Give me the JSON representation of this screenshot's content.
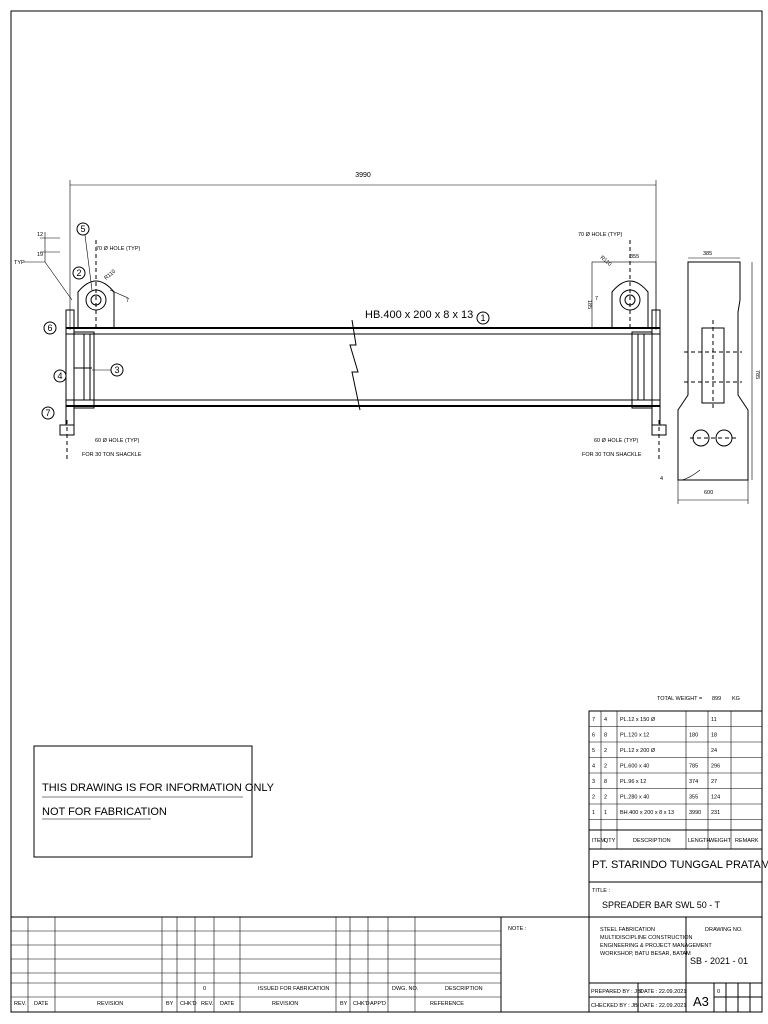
{
  "drawing": {
    "overall_length": "3990",
    "member_label": "HB.400 x 200 x 8 x 13",
    "member_item": "1",
    "left": {
      "dim_12": "12",
      "dim_19": "19",
      "typ": "TYP",
      "hole_note": "70 Ø HOLE (TYP)",
      "radius": "R110",
      "weld": "7",
      "bottom_hole": "60 Ø HOLE (TYP)",
      "shackle": "FOR 30 TON SHACKLE",
      "items": [
        "5",
        "2",
        "6",
        "4",
        "3",
        "7"
      ]
    },
    "right": {
      "hole_note": "70 Ø HOLE (TYP)",
      "radius": "R110",
      "dim_355": "355",
      "dim_185": "185",
      "weld": "7",
      "bottom_hole": "60 Ø HOLE (TYP)",
      "shackle": "FOR 30 TON SHACKLE"
    },
    "end_view": {
      "width_top": "385",
      "height": "785",
      "width_bottom": "600",
      "weld": "4"
    }
  },
  "note_box": {
    "line1": "THIS DRAWING IS FOR INFORMATION ONLY",
    "line2": "NOT FOR FABRICATION"
  },
  "bom": {
    "total_label": "TOTAL WEIGHT =",
    "total_value": "899",
    "total_unit": "KG",
    "headers": [
      "ITEM",
      "QTY",
      "DESCRIPTION",
      "LENGTH",
      "WEIGHT",
      "REMARK"
    ],
    "rows": [
      {
        "item": "7",
        "qty": "4",
        "desc": "PL.12 x 150 Ø",
        "length": "",
        "weight": "11",
        "remark": ""
      },
      {
        "item": "6",
        "qty": "8",
        "desc": "PL.120 x 12",
        "length": "180",
        "weight": "18",
        "remark": ""
      },
      {
        "item": "5",
        "qty": "2",
        "desc": "PL.12 x 200 Ø",
        "length": "",
        "weight": "24",
        "remark": ""
      },
      {
        "item": "4",
        "qty": "2",
        "desc": "PL.600 x 40",
        "length": "785",
        "weight": "296",
        "remark": ""
      },
      {
        "item": "3",
        "qty": "8",
        "desc": "PL.96 x 12",
        "length": "374",
        "weight": "27",
        "remark": ""
      },
      {
        "item": "2",
        "qty": "2",
        "desc": "PL.280 x 40",
        "length": "355",
        "weight": "124",
        "remark": ""
      },
      {
        "item": "1",
        "qty": "1",
        "desc": "BH.400 x 200 x 8 x 13",
        "length": "3990",
        "weight": "231",
        "remark": ""
      }
    ]
  },
  "title_block": {
    "company": "PT. STARINDO TUNGGAL PRATAMA",
    "title_label": "TITLE :",
    "title": "SPREADER BAR SWL 50 - T",
    "note_label": "NOTE :",
    "services": [
      "STEEL FABRICATION",
      "MULTIDISCIPLINE CONSTRUCTION",
      "ENGINEERING & PROJECT MANAGEMENT",
      "WORKSHOP, BATU BESAR, BATAM"
    ],
    "drawing_no_label": "DRAWING NO.",
    "drawing_no": "SB - 2021 - 01",
    "prepared": "PREPARED BY :  JBI",
    "prepared_date": "DATE : 22.09.2021",
    "checked": "CHECKED BY :  JBI",
    "checked_date": "DATE : 22.09.2021",
    "size": "A3",
    "rev": "0"
  },
  "revision_block": {
    "left_headers": [
      "REV.",
      "DATE",
      "REVISION",
      "BY",
      "CHK'D"
    ],
    "mid_headers": [
      "REV.",
      "DATE",
      "REVISION",
      "BY",
      "CHK'D",
      "APP'D"
    ],
    "ref_headers": [
      "DWG. NO.",
      "DESCRIPTION"
    ],
    "reference_label": "REFERENCE",
    "rev0": "0",
    "rev0_text": "ISSUED FOR FABRICATION"
  }
}
